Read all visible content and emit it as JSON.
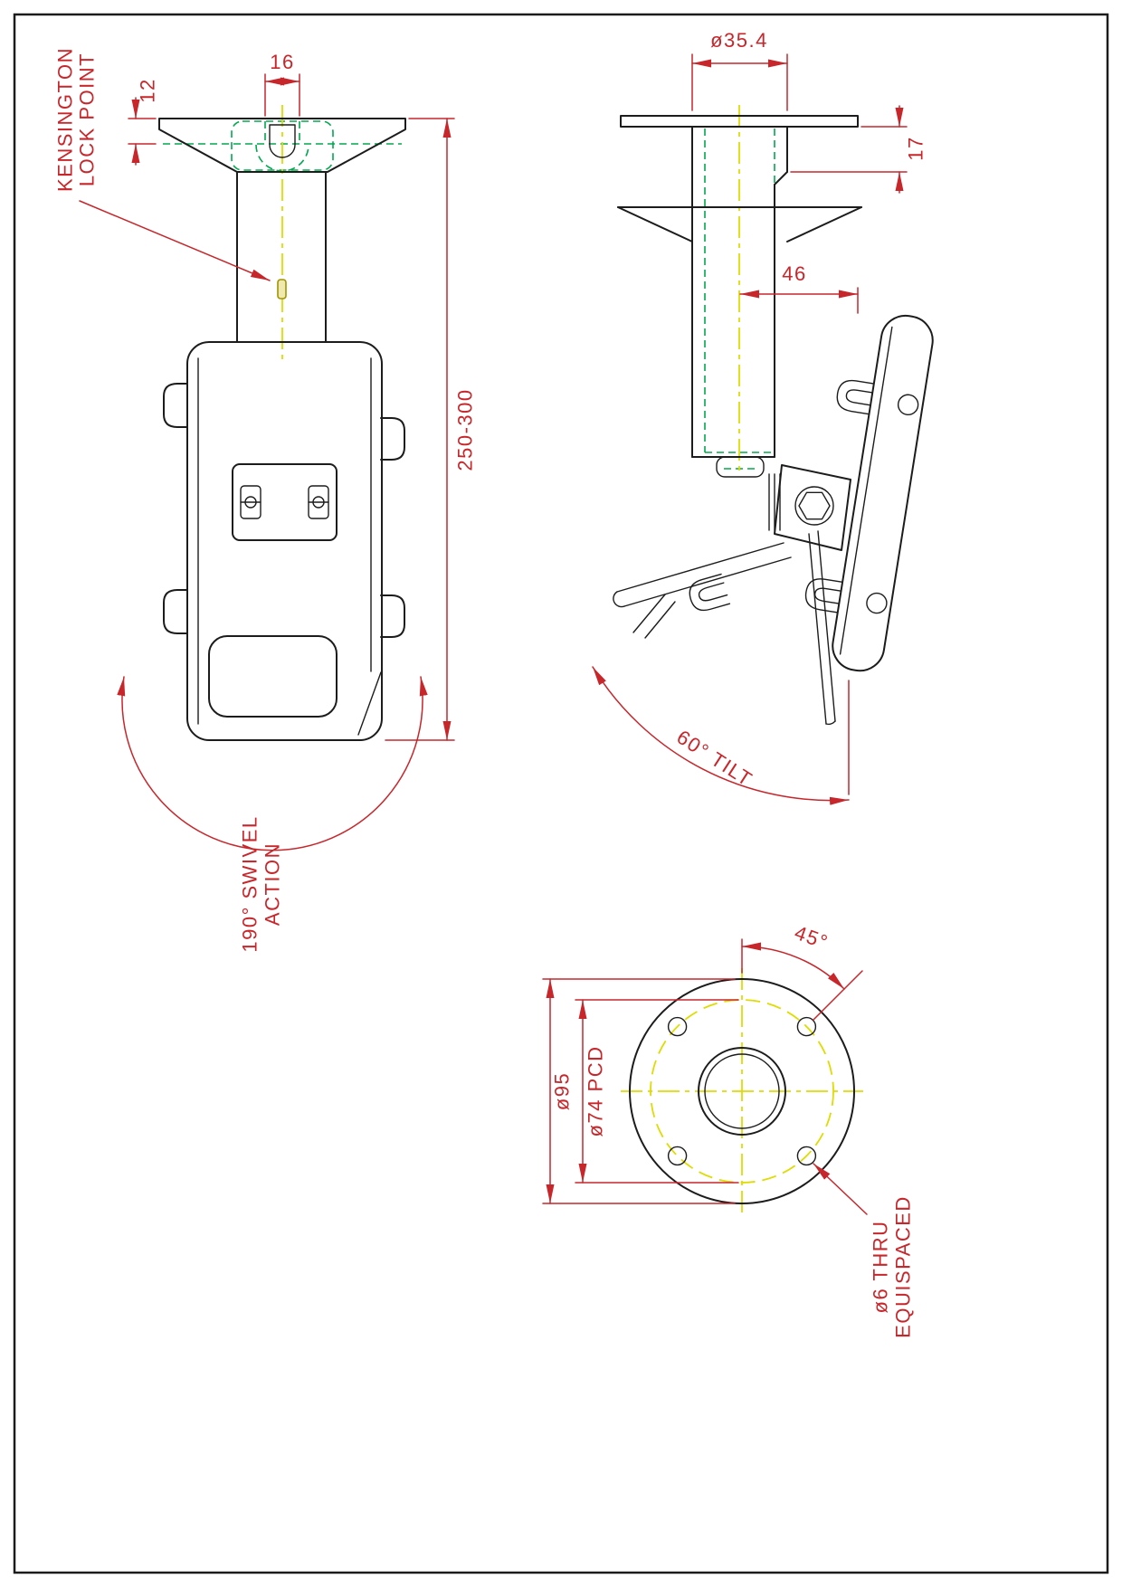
{
  "drawing": {
    "front": {
      "dim_slot_width": "16",
      "dim_plate_thickness": "12",
      "dim_height": "250-300",
      "lock_label_1": "KENSINGTON",
      "lock_label_2": "LOCK POINT",
      "swivel_label_1": "190° SWIVEL",
      "swivel_label_2": "ACTION"
    },
    "side": {
      "dim_tube_dia": "ø35.4",
      "dim_step": "17",
      "dim_offset": "46",
      "tilt_label": "60° TILT"
    },
    "bottom": {
      "dim_hole_angle": "45°",
      "dim_pcd": "ø74 PCD",
      "dim_outer_dia": "ø95",
      "holes_label_1": "ø6 THRU",
      "holes_label_2": "EQUISPACED"
    },
    "colors": {
      "outline": "#1c1c1c",
      "dimension": "#c7262b",
      "centerline": "#dedc00",
      "hidden": "#00a84f",
      "lock_slot": "#a09400"
    }
  }
}
